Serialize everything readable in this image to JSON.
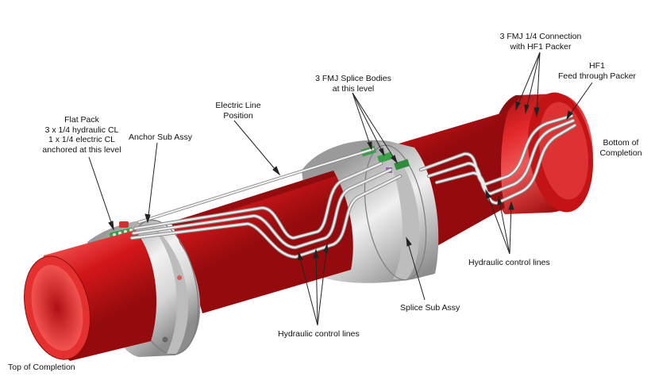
{
  "colors": {
    "pipe_red": "#d8181c",
    "pipe_dark": "#8e0a0c",
    "pipe_light": "#ee5a58",
    "collar_grey": "#d6d6d6",
    "line_grey": "#b8b8b8",
    "leader": "#222222",
    "connector_green": "#3aa14a"
  },
  "labels": {
    "top_of_completion": "Top of Completion",
    "flat_pack": "Flat Pack\n3 x 1/4 hydraulic CL\n1 x 1/4 electric CL\nanchored at this level",
    "anchor_sub_assy": "Anchor Sub Assy",
    "electric_line_position": "Electric Line\nPosition",
    "fmj_splice_bodies": "3 FMJ Splice Bodies\nat this level",
    "fmj_connection": "3 FMJ 1/4 Connection\nwith HF1 Packer",
    "hf1_packer": "HF1\nFeed through Packer",
    "bottom_of_completion": "Bottom of\nCompletion",
    "hydraulic_lines_right": "Hydraulic control lines",
    "splice_sub_assy": "Splice Sub Assy",
    "hydraulic_lines_bottom": "Hydraulic control lines"
  }
}
